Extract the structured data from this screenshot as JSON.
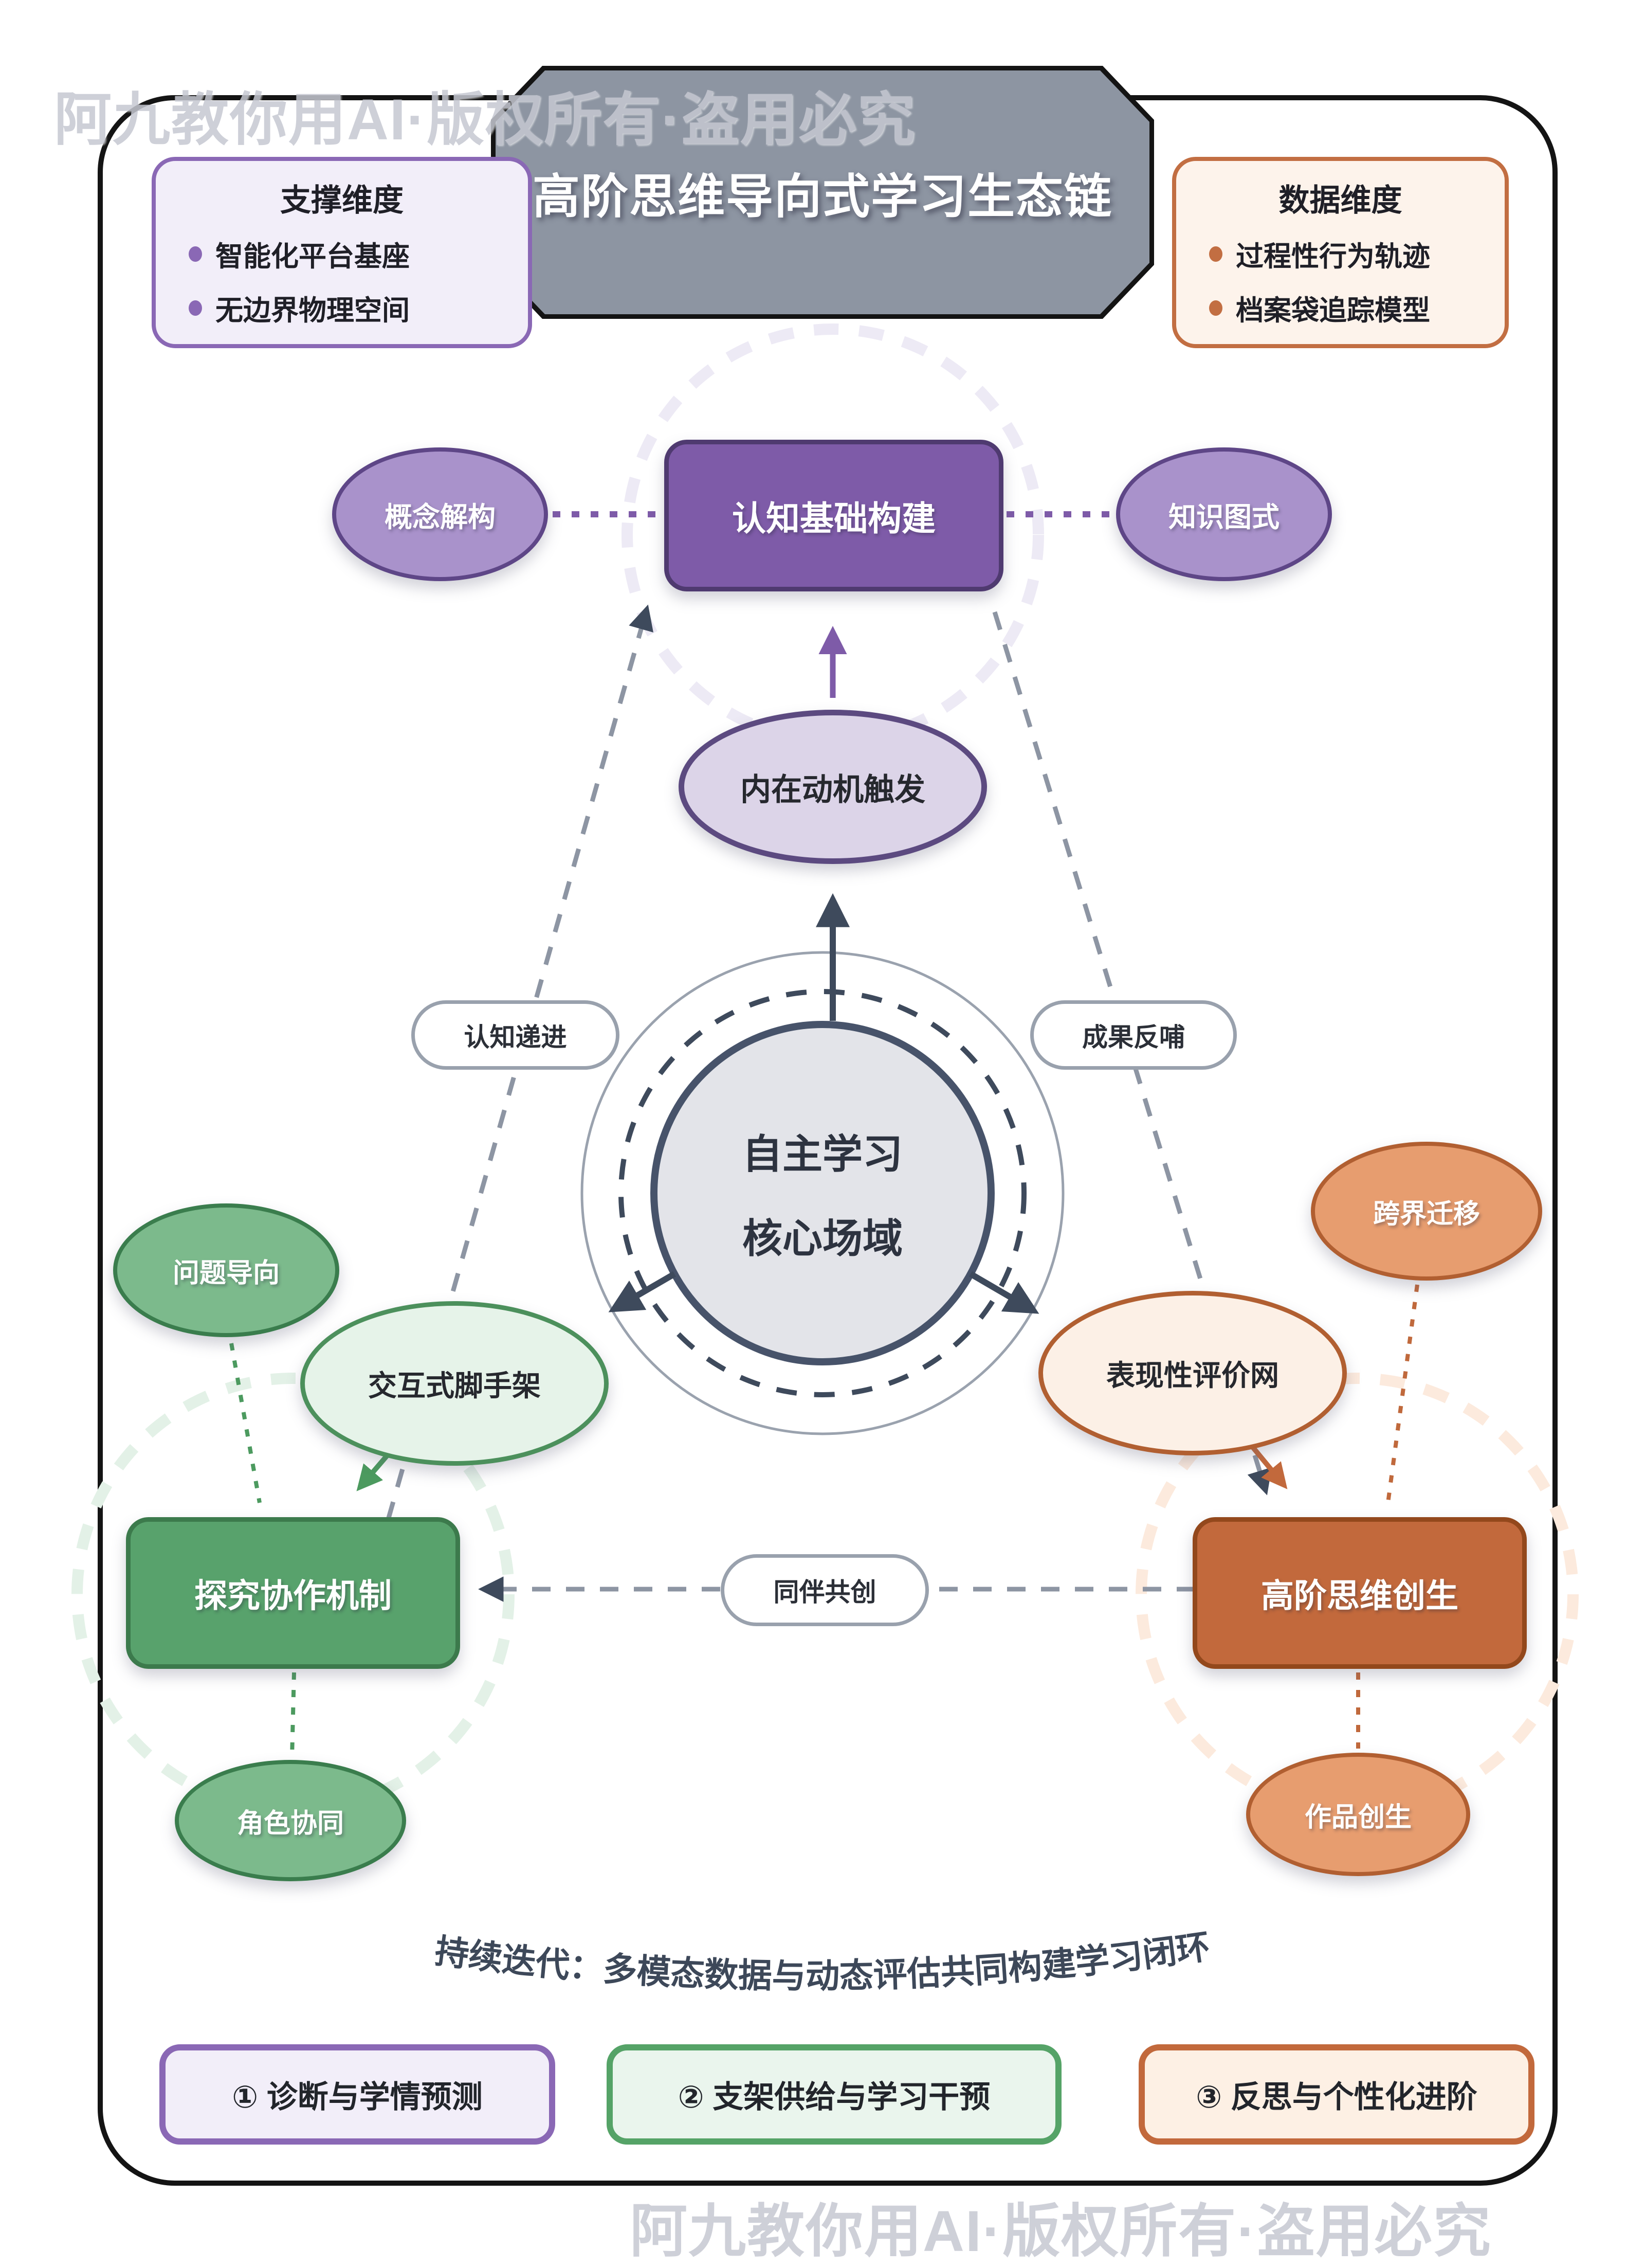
{
  "watermark": {
    "text": "阿九教你用AI·版权所有·盗用必究"
  },
  "banner": {
    "title": "高阶思维导向式学习生态链"
  },
  "support_box": {
    "title": "支撑维度",
    "items": [
      "智能化平台基座",
      "无边界物理空间"
    ]
  },
  "data_box": {
    "title": "数据维度",
    "items": [
      "过程性行为轨迹",
      "档案袋追踪模型"
    ]
  },
  "nodes": {
    "cognition": "认知基础构建",
    "concept": "概念解构",
    "schema": "知识图式",
    "motivation": "内在动机触发",
    "core": {
      "line1": "自主学习",
      "line2": "核心场域"
    },
    "problem": "问题导向",
    "scaffold": "交互式脚手架",
    "inquiry": "探究协作机制",
    "role": "角色协同",
    "transfer": "跨界迁移",
    "evaluation": "表现性评价网",
    "creation": "高阶思维创生",
    "artifact": "作品创生"
  },
  "edge_labels": {
    "progression": "认知递进",
    "feedback": "成果反哺",
    "peer": "同伴共创"
  },
  "footer": {
    "iteration_text": "持续迭代：多模态数据与动态评估共同构建学习闭环",
    "steps": [
      {
        "label": "① 诊断与学情预测"
      },
      {
        "label": "② 支架供给与学习干预"
      },
      {
        "label": "③ 反思与个性化进阶"
      }
    ]
  },
  "colors": {
    "purple": "#7e5ba8",
    "purple_light": "#a992cb",
    "purple_pale": "#dcd4e8",
    "purple_accent": "#8a68b5",
    "green": "#58a26c",
    "green_light": "#7cba8c",
    "green_pale": "#e6f3e9",
    "orange": "#c2693c",
    "orange_light": "#e79d6f",
    "orange_pale": "#fcf0e6",
    "slate": "#3e4a5c",
    "gray_line": "#8d95a3",
    "banner_gray": "#8d95a2"
  }
}
